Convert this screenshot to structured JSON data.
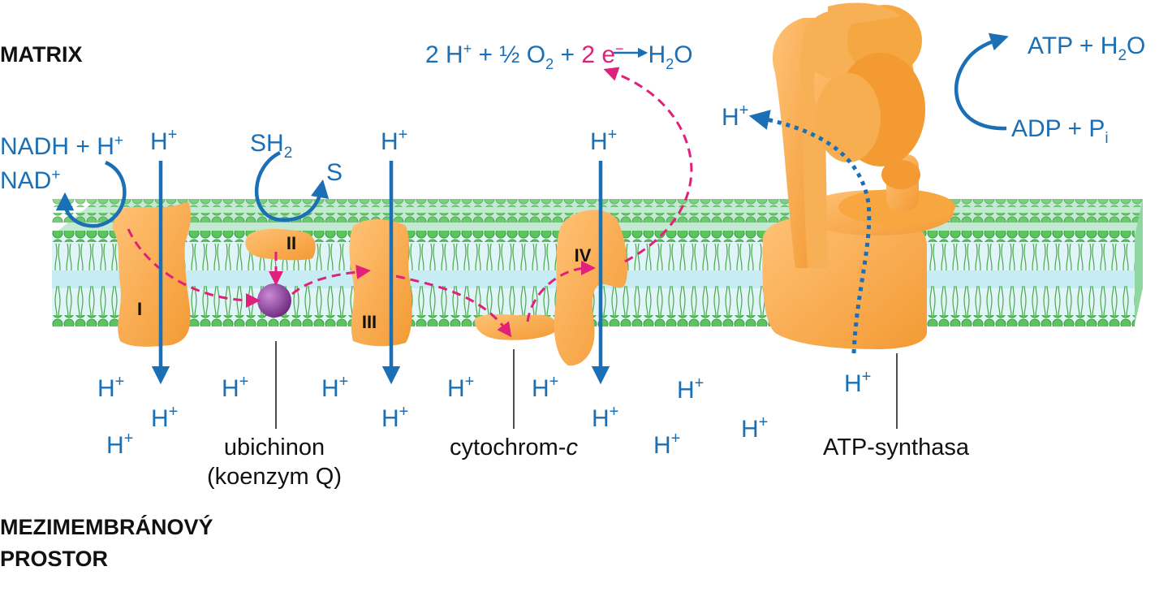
{
  "regions": {
    "matrix": "MATRIX",
    "intermembrane_line1": "MEZIMEMBRÁNOVÝ",
    "intermembrane_line2": "PROSTOR"
  },
  "complex_labels": {
    "I": "I",
    "II": "II",
    "III": "III",
    "IV": "IV"
  },
  "reactions": {
    "nadh": {
      "main": "NADH + H",
      "sup": "+"
    },
    "nad": {
      "main": "NAD",
      "sup": "+"
    },
    "sh2": {
      "main": "SH",
      "sub": "2"
    },
    "s": "S",
    "water_formation": {
      "coef": "2 H",
      "sup1": "+",
      "plus1": " + ½ O",
      "sub1": "2",
      "plus2": " + ",
      "electrons": "2 e",
      "sup2": "−",
      "product": "H",
      "sub2": "2",
      "product_end": "O"
    },
    "atp": {
      "main": "ATP + H",
      "sub": "2",
      "end": "O"
    },
    "adp": {
      "main": "ADP + P",
      "sub": "i"
    }
  },
  "proton": {
    "symbol": "H",
    "charge": "+"
  },
  "callouts": {
    "ubiquinone_line1": "ubichinon",
    "ubiquinone_line2": "(koenzym Q)",
    "cytochrome_main": "cytochrom-",
    "cytochrome_italic": "c",
    "atp_synthase": "ATP-synthasa"
  },
  "colors": {
    "membrane": "#5cc45c",
    "membrane_core": "#cfeef2",
    "protein": "#f5a742",
    "arrow_blue": "#1a6fb5",
    "electron_path": "#e0207a",
    "ubiquinone": "#8e3fa0"
  }
}
